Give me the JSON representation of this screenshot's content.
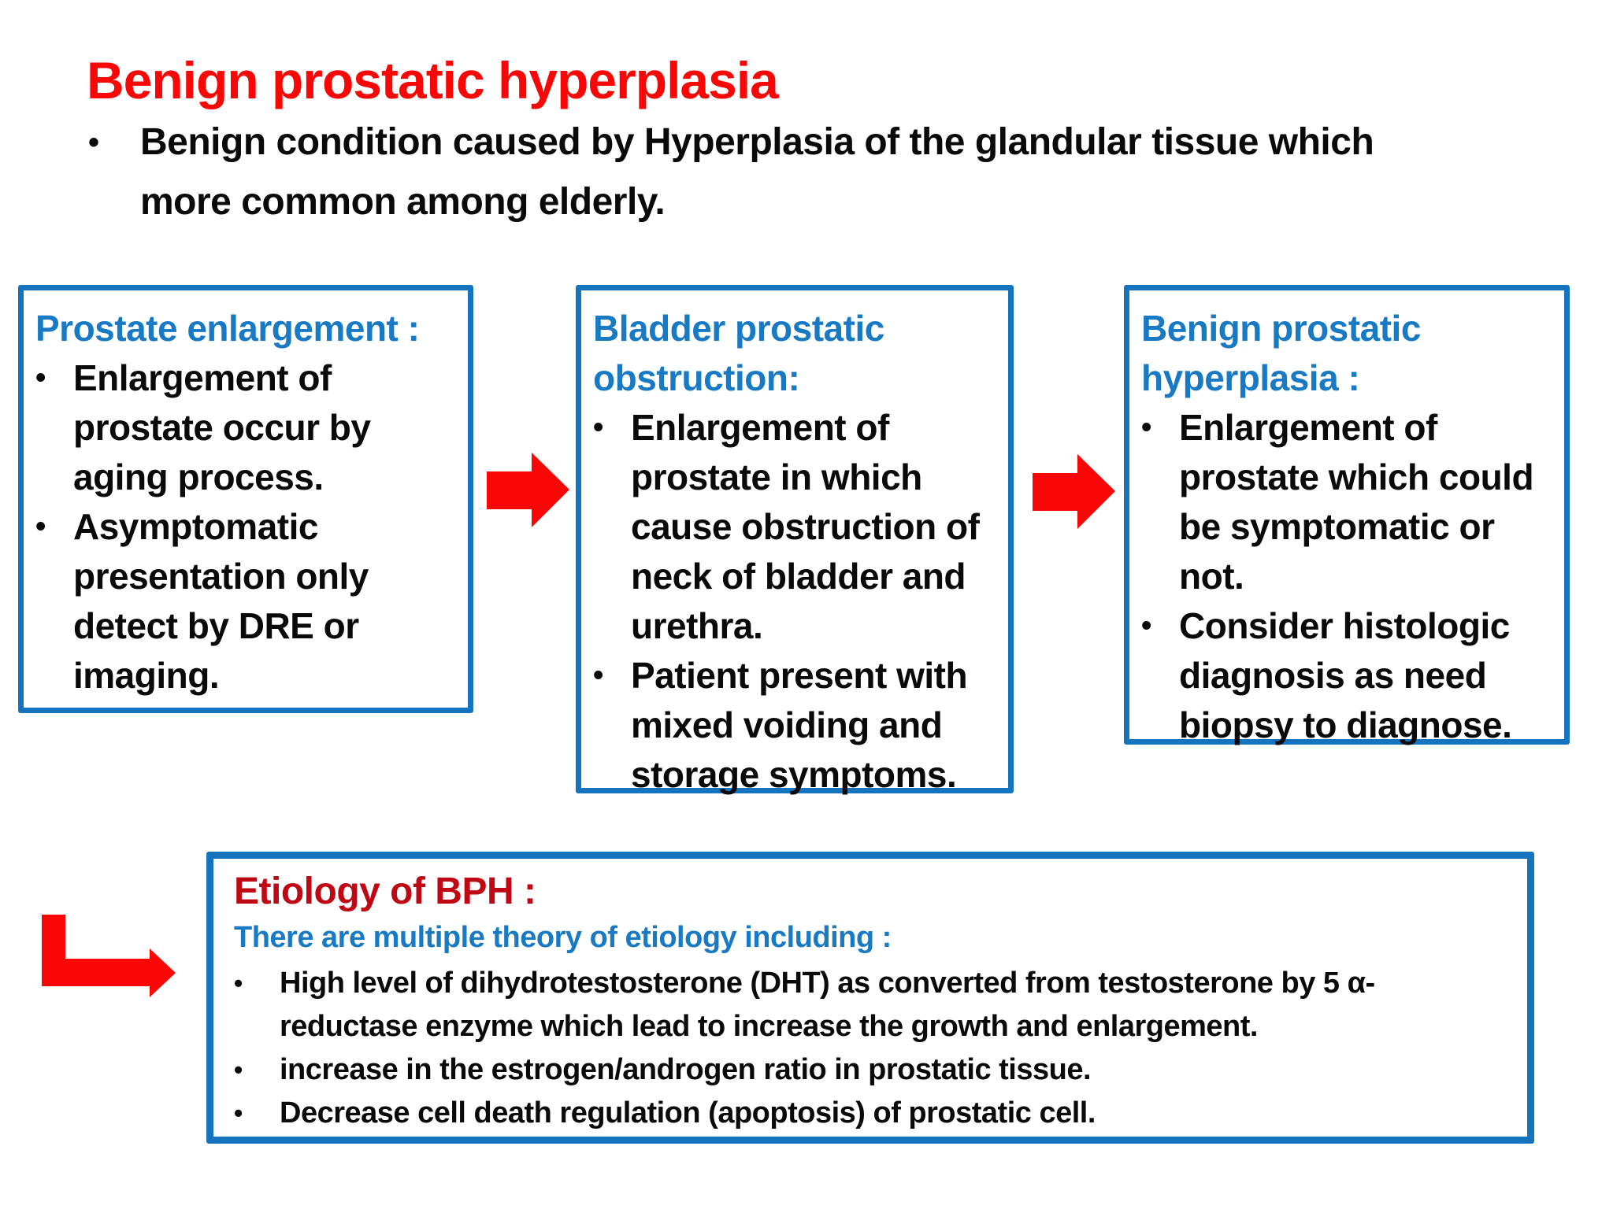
{
  "colors": {
    "title_red": "#f90606",
    "arrow_red": "#f90606",
    "dark_red_header": "#c00814",
    "blue_text": "#187ac4",
    "blue_border": "#1673bd",
    "body_text": "#0a0a0a",
    "background": "#ffffff"
  },
  "title": "Benign prostatic hyperplasia",
  "intro": {
    "bullet": "Benign condition  caused by Hyperplasia of the glandular tissue which more common among elderly."
  },
  "flow_boxes": [
    {
      "header": "Prostate enlargement :",
      "bullets": [
        "Enlargement of prostate occur by aging process.",
        "Asymptomatic presentation only detect by DRE or imaging."
      ]
    },
    {
      "header": "Bladder prostatic obstruction:",
      "bullets": [
        "Enlargement of prostate in which cause obstruction of neck of bladder and urethra.",
        "Patient present with mixed voiding and storage symptoms."
      ]
    },
    {
      "header": "Benign prostatic hyperplasia :",
      "bullets": [
        "Enlargement of prostate which could be symptomatic or not.",
        "Consider histologic diagnosis as need biopsy to diagnose."
      ]
    }
  ],
  "etiology": {
    "header": "Etiology of BPH :",
    "subheader": "There are multiple theory of etiology including :",
    "bullets": [
      "High level of dihydrotestosterone (DHT) as converted from testosterone by 5 α-reductase enzyme which lead to increase the growth and enlargement.",
      "increase in the estrogen/androgen ratio in prostatic tissue.",
      "Decrease cell death regulation (apoptosis) of prostatic cell."
    ]
  }
}
